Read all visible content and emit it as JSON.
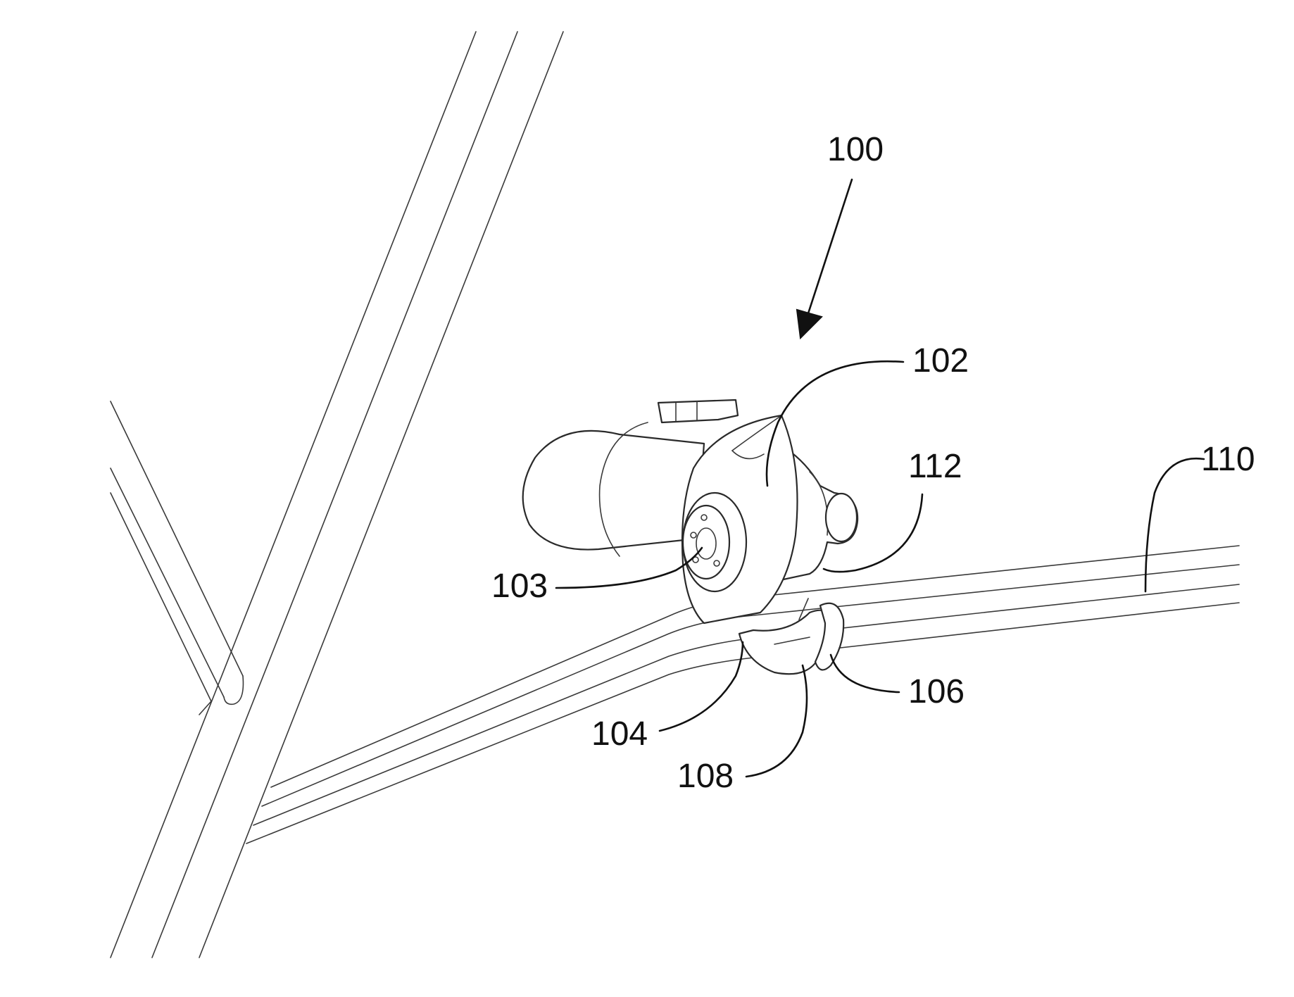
{
  "labels": {
    "ref_100": "100",
    "ref_102": "102",
    "ref_103": "103",
    "ref_104": "104",
    "ref_106": "106",
    "ref_108": "108",
    "ref_110": "110",
    "ref_112": "112"
  },
  "colors": {
    "line": "#2a2a2a",
    "background": "#ffffff"
  }
}
